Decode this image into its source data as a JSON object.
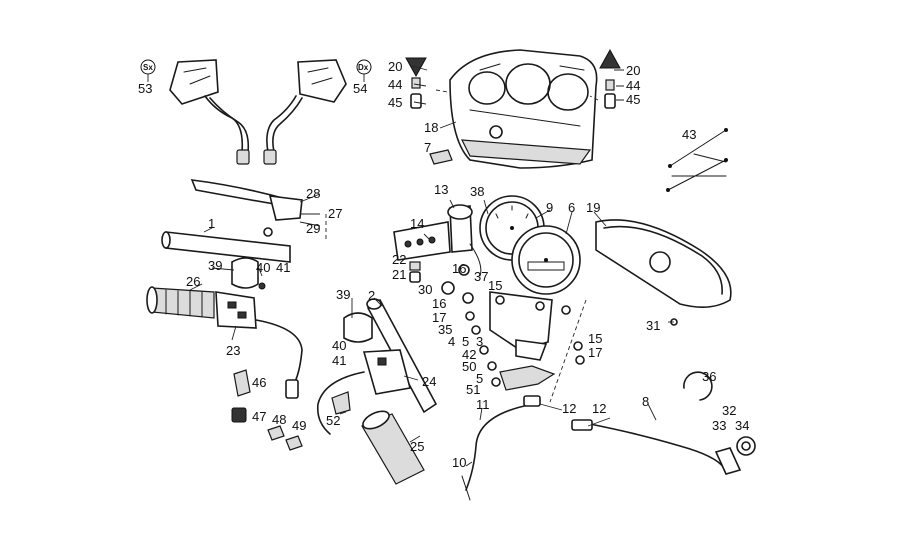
{
  "badges": {
    "left": "Sx",
    "right": "Dx"
  },
  "callouts": {
    "c53": "53",
    "c54": "54",
    "c20a": "20",
    "c44a": "44",
    "c45a": "45",
    "c20b": "20",
    "c44b": "44",
    "c45b": "45",
    "c18": "18",
    "c7": "7",
    "c43": "43",
    "c28": "28",
    "c27": "27",
    "c29": "29",
    "c1": "1",
    "c39a": "39",
    "c40a": "40",
    "c41a": "41",
    "c26": "26",
    "c23": "23",
    "c13": "13",
    "c38": "38",
    "c9": "9",
    "c6": "6",
    "c19": "19",
    "c14": "14",
    "c22": "22",
    "c21": "21",
    "c16a": "16",
    "c37": "37",
    "c30": "30",
    "c15a": "15",
    "c16b": "16",
    "c17a": "17",
    "c35": "35",
    "c4": "4",
    "c5a": "5",
    "c3": "3",
    "c42": "42",
    "c15b": "15",
    "c17b": "17",
    "c50": "50",
    "c5b": "5",
    "c51": "51",
    "c39b": "39",
    "c2": "2",
    "c40b": "40",
    "c41b": "41",
    "c24": "24",
    "c31": "31",
    "c36": "36",
    "c46": "46",
    "c47": "47",
    "c48": "48",
    "c49": "49",
    "c52": "52",
    "c25": "25",
    "c11": "11",
    "c12a": "12",
    "c10": "10",
    "c12b": "12",
    "c8": "8",
    "c32": "32",
    "c33": "33",
    "c34": "34"
  }
}
